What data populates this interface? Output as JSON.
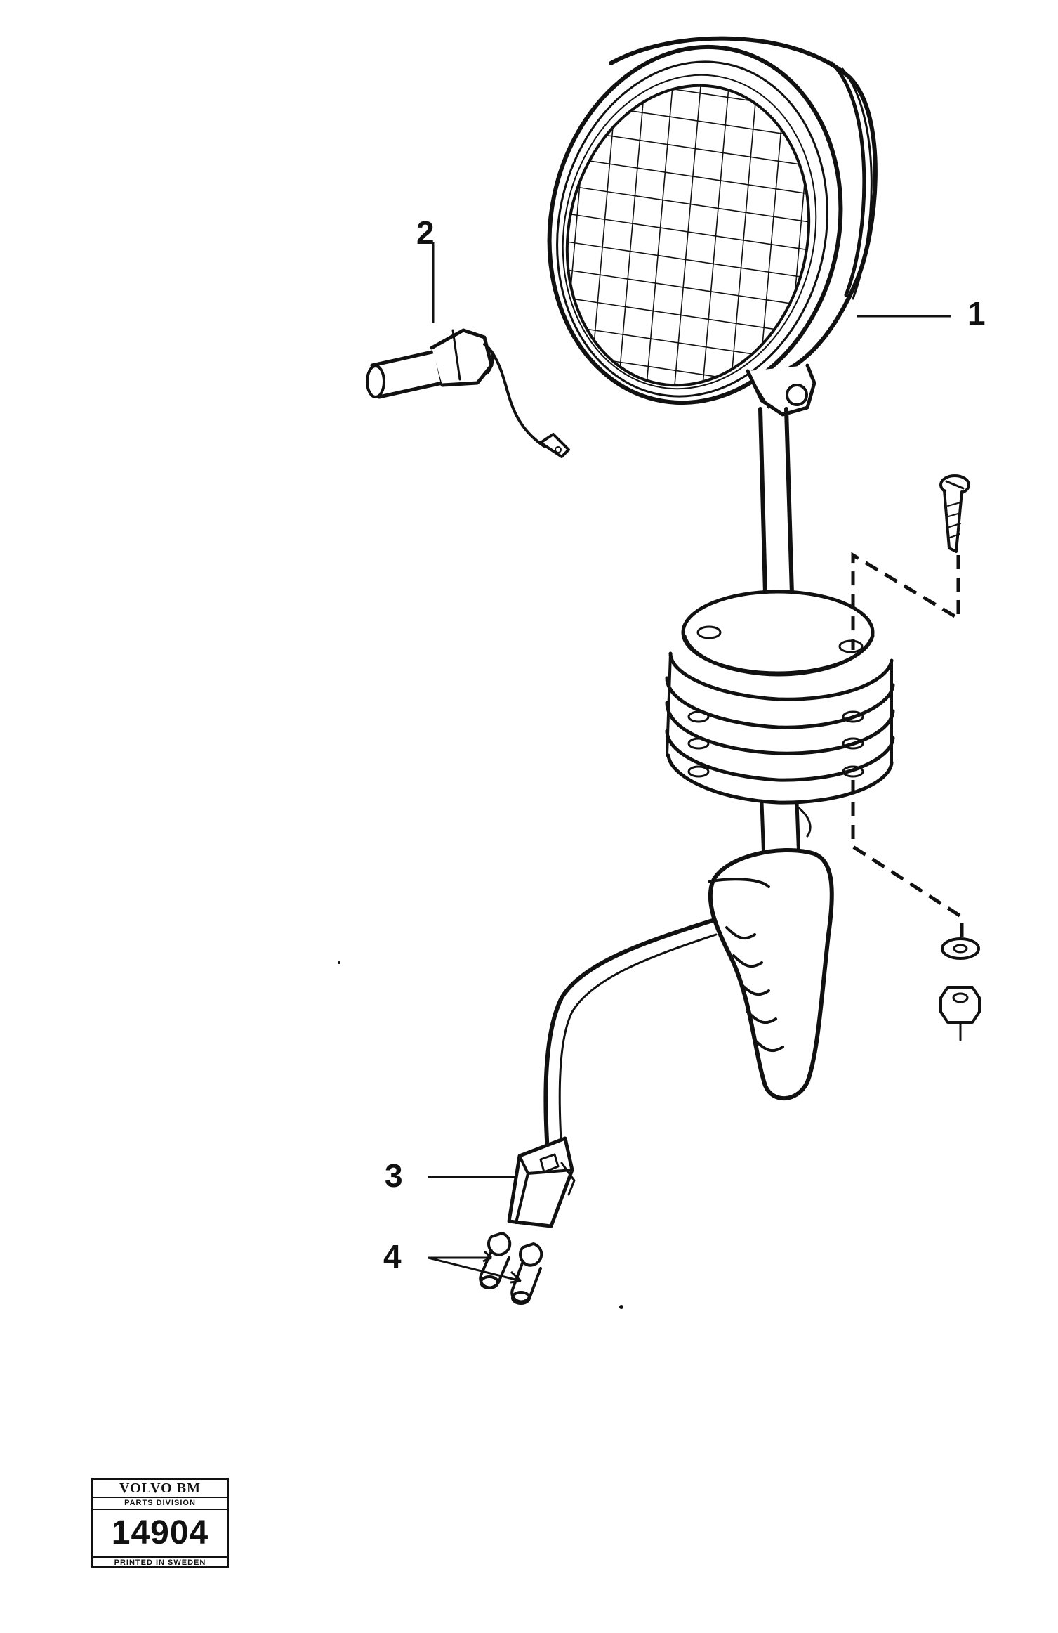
{
  "callouts": {
    "lamp": "1",
    "bulb_holder": "2",
    "connector": "3",
    "terminals": "4"
  },
  "stamp": {
    "brand": "VOLVO BM",
    "division": "PARTS DIVISION",
    "number": "14904",
    "printed": "PRINTED IN SWEDEN"
  }
}
